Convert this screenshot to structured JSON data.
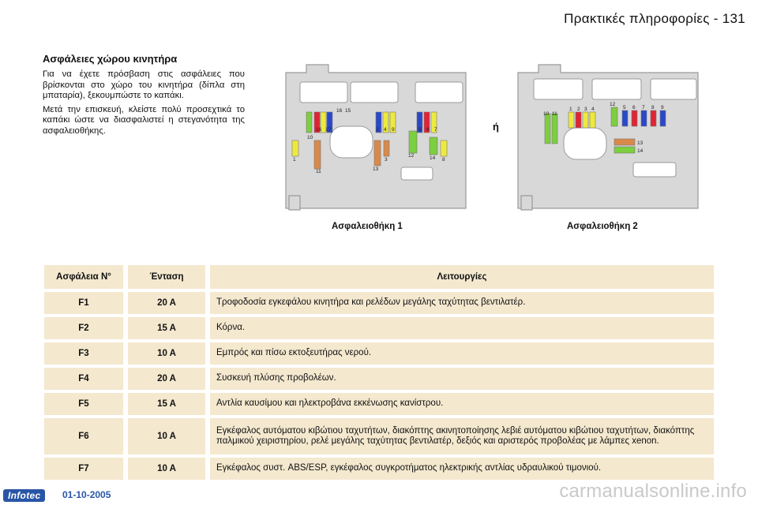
{
  "header": {
    "page_title": "Πρακτικές πληροφορίες - 131"
  },
  "section": {
    "title": "Ασφάλειες χώρου κινητήρα",
    "paragraphs": [
      "Για να έχετε πρόσβαση στις ασφάλειες που βρίσκονται στο χώρο του κινητήρα (δίπλα στη μπαταρία), ξεκουμπώστε το καπάκι.",
      "Μετά την επισκευή, κλείστε πολύ προσεχτικά το καπάκι ώστε να διασφαλιστεί η στεγανότητα της ασφαλειοθήκης."
    ]
  },
  "diagrams": {
    "or_label": "ή",
    "box1": {
      "caption": "Ασφαλειοθήκη 1",
      "labels": [
        "16",
        "15",
        "10",
        "16",
        "17",
        "2",
        "4",
        "9",
        "5",
        "6",
        "7",
        "1",
        "11",
        "13",
        "3",
        "12",
        "14",
        "8"
      ]
    },
    "box2": {
      "caption": "Ασφαλειοθήκη 2",
      "labels": [
        "10",
        "11",
        "1",
        "2",
        "3",
        "4",
        "12",
        "5",
        "6",
        "7",
        "8",
        "9",
        "13",
        "14"
      ]
    }
  },
  "colors": {
    "panel": "#d8d8d8",
    "panel_border": "#9a9a9a",
    "fuse_green": "#7ccf3e",
    "fuse_yellow": "#eeea3c",
    "fuse_red": "#e02434",
    "fuse_blue": "#2a49c8",
    "fuse_orange": "#d98a4a",
    "table_bg": "#f4e8cf"
  },
  "table": {
    "headers": [
      "Ασφάλεια N°",
      "Ένταση",
      "Λειτουργίες"
    ],
    "rows": [
      {
        "fuse": "F1",
        "amp": "20 A",
        "fn": "Τροφοδοσία εγκεφάλου κινητήρα και ρελέδων μεγάλης ταχύτητας βεντιλατέρ."
      },
      {
        "fuse": "F2",
        "amp": "15 A",
        "fn": "Κόρνα."
      },
      {
        "fuse": "F3",
        "amp": "10 A",
        "fn": "Εμπρός και πίσω εκτοξευτήρας νερού."
      },
      {
        "fuse": "F4",
        "amp": "20 A",
        "fn": "Συσκευή πλύσης προβολέων."
      },
      {
        "fuse": "F5",
        "amp": "15 A",
        "fn": "Αντλία καυσίμου και ηλεκτροβάνα εκκένωσης κανίστρου."
      },
      {
        "fuse": "F6",
        "amp": "10 A",
        "fn": "Εγκέφαλος αυτόματου κιβώτιου ταχυτήτων, διακόπτης ακινητοποίησης λεβιέ αυτόματου κιβώτιου ταχυτήτων, διακόπτης παλμικού χειριστηρίου, ρελέ μεγάλης ταχύτητας βεντιλατέρ, δεξιός και αριστερός προβολέας με λάμπες xenon."
      },
      {
        "fuse": "F7",
        "amp": "10 A",
        "fn": "Εγκέφαλος συστ. ABS/ESP, εγκέφαλος συγκροτήματος ηλεκτρικής αντλίας υδραυλικού τιμονιού."
      }
    ]
  },
  "footer": {
    "logo": "Infotec",
    "date": "01-10-2005",
    "watermark": "carmanualsonline.info"
  }
}
